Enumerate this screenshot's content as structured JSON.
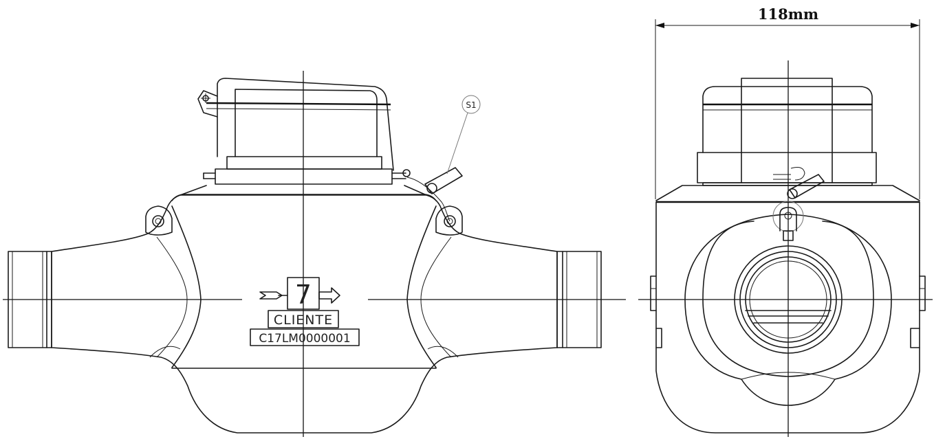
{
  "dimension": {
    "width_label": "118mm"
  },
  "callout": {
    "seal_label": "S1"
  },
  "label_plate": {
    "digit": "7",
    "client_label": "CLIENTE",
    "serial_number": "C17LM0000001"
  }
}
